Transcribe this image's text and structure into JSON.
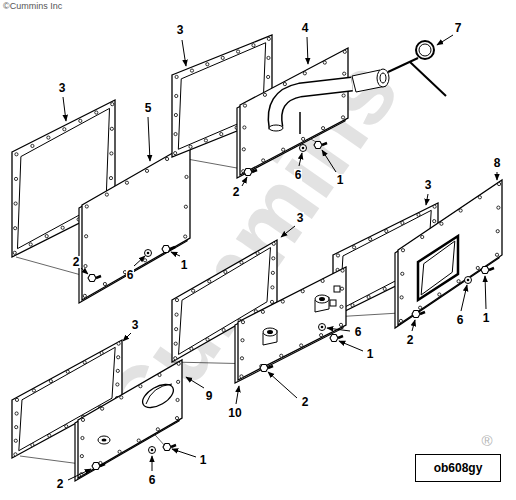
{
  "diagram": {
    "nodes": [
      {
        "text": [
          "ob608gy"
        ]
      }
    ],
    "labels": [
      "©Cummins Inc",
      "4",
      "7",
      "3",
      "3",
      "5",
      "8",
      "6",
      "1",
      "3",
      "2",
      "3",
      "2",
      "1",
      "6",
      "3",
      "1",
      "6",
      "6",
      "2",
      "1",
      "9",
      "2",
      "10",
      "1",
      "6",
      "2",
      "Cummins",
      "®"
    ]
  }
}
